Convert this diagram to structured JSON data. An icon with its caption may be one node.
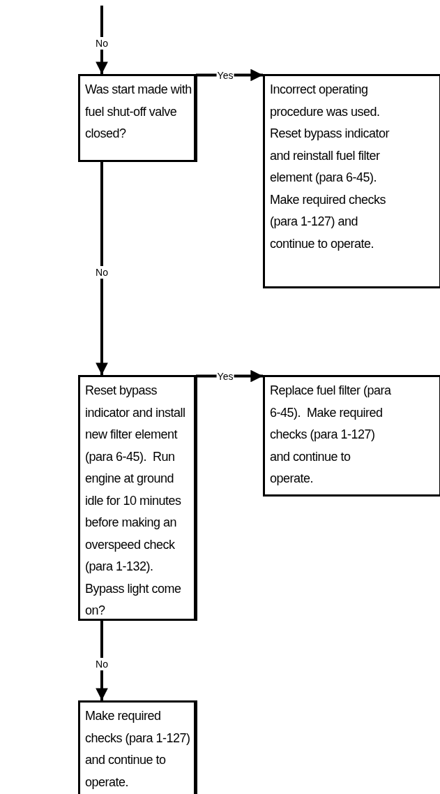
{
  "diagram": {
    "nodes": [
      {
        "text": [
          "Was start made with fuel shut-off valve closed?"
        ]
      },
      {
        "text": [
          "Incorrect operating procedure was used.  Reset bypass indicator and reinstall fuel filter element (para 6-45).  Make required checks (para 1-127) and continue to operate."
        ]
      },
      {
        "text": [
          "Reset bypass indicator and install new filter element (para 6-45).  Run engine at ground idle for 10 minutes before making an overspeed check (para 1-132).  Bypass light come on?"
        ]
      },
      {
        "text": [
          "Replace fuel filter (para 6-45).  Make required checks (para 1-127) and continue to operate."
        ]
      },
      {
        "text": [
          "Make required checks (para 1-127) and continue to operate."
        ]
      }
    ],
    "edges": [
      {
        "from": null,
        "to": 0,
        "arrow": "to",
        "label": "No"
      },
      {
        "from": 0,
        "to": 1,
        "arrow": "to",
        "label": "Yes"
      },
      {
        "from": 0,
        "to": 2,
        "arrow": "to",
        "label": "No"
      },
      {
        "from": 2,
        "to": 3,
        "arrow": "to",
        "label": "Yes"
      },
      {
        "from": 2,
        "to": 4,
        "arrow": "to",
        "label": "No"
      }
    ]
  }
}
